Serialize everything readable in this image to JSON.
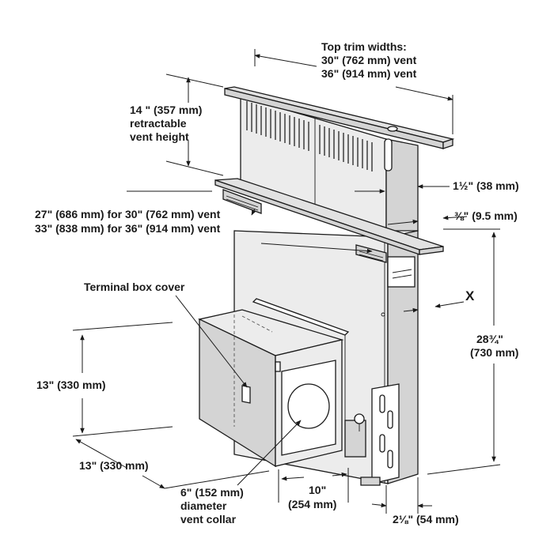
{
  "labels": {
    "top_trim_title": "Top trim widths:",
    "top_trim_30": "30\" (762 mm) vent",
    "top_trim_36": "36\" (914 mm) vent",
    "height_14_a": "14 \" (357 mm)",
    "height_14_b": "retractable",
    "height_14_c": "vent height",
    "depth_38": "1½\" (38 mm)",
    "width_27": "27\" (686 mm) for 30\" (762 mm) vent",
    "width_33": "33\" (838 mm) for 36\" (914 mm) vent",
    "depth_9_5": "⅜\" (9.5 mm)",
    "terminal_box": "Terminal box cover",
    "x_label": "X",
    "height_28_a": "28¾\"",
    "height_28_b": "(730 mm)",
    "height_13": "13\" (330 mm)",
    "depth_13": "13\" (330 mm)",
    "width_10_a": "10\"",
    "width_10_b": "(254 mm)",
    "collar_a": "6\" (152 mm)",
    "collar_b": "diameter",
    "collar_c": "vent collar",
    "depth_54": "2⅛\" (54 mm)"
  }
}
